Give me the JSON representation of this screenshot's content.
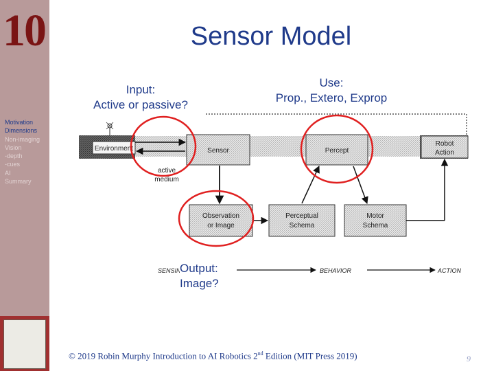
{
  "slide": {
    "chapter_number": "10",
    "title": "Sensor Model",
    "page_number": "9"
  },
  "sidebar": {
    "items": [
      {
        "label": "Motivation",
        "active": true
      },
      {
        "label": "Dimensions",
        "active": true
      },
      {
        "label": "Non-imaging",
        "active": false
      },
      {
        "label": "Vision",
        "active": false
      },
      {
        "label": "-depth",
        "active": false
      },
      {
        "label": "-cues",
        "active": false
      },
      {
        "label": "AI",
        "active": false
      },
      {
        "label": "Summary",
        "active": false
      }
    ]
  },
  "callouts": {
    "input_line1": "Input:",
    "input_line2": "Active or passive?",
    "use_line1": "Use:",
    "use_line2": "Prop., Extero, Exprop",
    "output_line1": "Output:",
    "output_line2": "Image?"
  },
  "diagram": {
    "environment": "Environment",
    "sensor": "Sensor",
    "percept": "Percept",
    "robot_action_line1": "Robot",
    "robot_action_line2": "Action",
    "active_medium_line1": "active",
    "active_medium_line2": "medium",
    "observation_line1": "Observation",
    "observation_line2": "or Image",
    "perceptual_schema_line1": "Perceptual",
    "perceptual_schema_line2": "Schema",
    "motor_schema_line1": "Motor",
    "motor_schema_line2": "Schema",
    "sensing_label": "SENSING",
    "behavior_label": "BEHAVIOR",
    "action_label": "ACTION"
  },
  "footer": {
    "text_before_sup": "© 2019 Robin Murphy Introduction to AI Robotics 2",
    "sup": "nd",
    "text_after_sup": " Edition (MIT Press 2019)"
  },
  "colors": {
    "accent_blue": "#1f3a8a",
    "sidebar_bg": "#b89a9a",
    "chapter_number": "#7a1414",
    "highlight_red": "#e02020"
  }
}
